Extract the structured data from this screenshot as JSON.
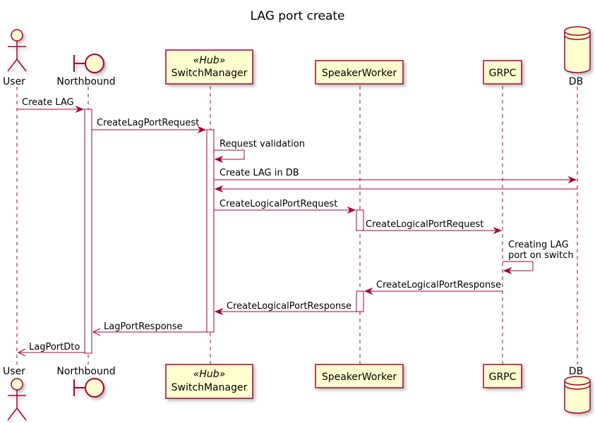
{
  "title": "LAG port create",
  "colors": {
    "border": "#A80036",
    "fill": "#FEFECE",
    "shadow": "#C8C8C8"
  },
  "participants": [
    {
      "id": "user",
      "label": "User",
      "kind": "actor",
      "icon": "actor-icon"
    },
    {
      "id": "northbound",
      "label": "Northbound",
      "kind": "boundary",
      "icon": "boundary-icon"
    },
    {
      "id": "switchmanager",
      "label": "SwitchManager",
      "kind": "box",
      "stereotype": "«Hub»"
    },
    {
      "id": "speakerworker",
      "label": "SpeakerWorker",
      "kind": "box"
    },
    {
      "id": "grpc",
      "label": "GRPC",
      "kind": "box"
    },
    {
      "id": "db",
      "label": "DB",
      "kind": "database",
      "icon": "database-icon"
    }
  ],
  "messages": [
    {
      "from": "user",
      "to": "northbound",
      "label": "Create LAG",
      "style": "sync"
    },
    {
      "from": "northbound",
      "to": "switchmanager",
      "label": "CreateLagPortRequest",
      "style": "sync"
    },
    {
      "from": "switchmanager",
      "to": "switchmanager",
      "label": "Request validation",
      "style": "self"
    },
    {
      "from": "switchmanager",
      "to": "db",
      "label": "Create LAG in DB",
      "style": "sync"
    },
    {
      "from": "db",
      "to": "switchmanager",
      "label": "",
      "style": "sync"
    },
    {
      "from": "switchmanager",
      "to": "speakerworker",
      "label": "CreateLogicalPortRequest",
      "style": "sync"
    },
    {
      "from": "speakerworker",
      "to": "grpc",
      "label": "CreateLogicalPortRequest",
      "style": "sync"
    },
    {
      "from": "grpc",
      "to": "grpc",
      "label": "Creating LAG\nport on switch",
      "style": "self"
    },
    {
      "from": "grpc",
      "to": "speakerworker",
      "label": "CreateLogicalPortResponse",
      "style": "sync"
    },
    {
      "from": "speakerworker",
      "to": "switchmanager",
      "label": "CreateLogicalPortResponse",
      "style": "sync"
    },
    {
      "from": "switchmanager",
      "to": "northbound",
      "label": "LagPortResponse",
      "style": "reply"
    },
    {
      "from": "northbound",
      "to": "user",
      "label": "LagPortDto",
      "style": "reply"
    }
  ]
}
